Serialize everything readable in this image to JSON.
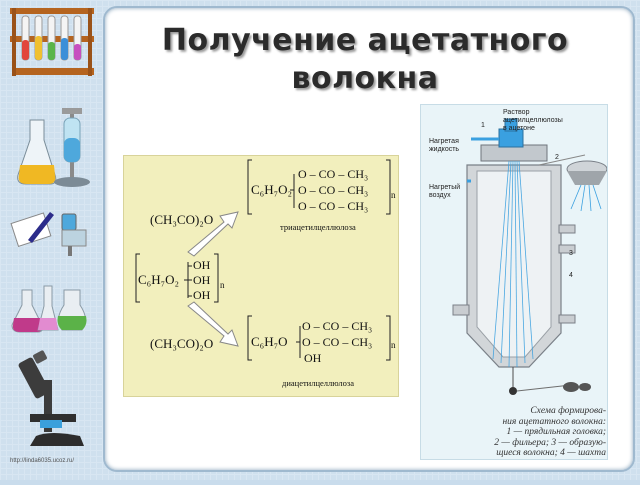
{
  "slide": {
    "title_line1": "Получение ацетатного",
    "title_line2": "волокна",
    "footer_url": "http://linda6035.ucoz.ru/"
  },
  "chemistry": {
    "reagent_top": "(CH₃CO)₂O",
    "reagent_bottom": "(CH₃CO)₂O",
    "cellulose_core": "C₆H₇O₂",
    "oh": "OH",
    "n": "n",
    "tri_core": "C₆H₇O₂",
    "tri_row": "O – CO – CH₃",
    "tri_name": "триацетилцеллюлоза",
    "di_core": "C₆H₇O",
    "di_row": "O – CO – CH₃",
    "di_oh": "OH",
    "di_name": "диацетилцеллюлоза"
  },
  "diagram": {
    "label_solution": "Раствор\nацетилцеллюлозы\nв ацетоне",
    "label_hot_liquid": "Нагретая\nжидкость",
    "label_hot_air": "Нагретый\nвоздух",
    "num_1": "1",
    "num_2": "2",
    "num_3": "3",
    "num_4": "4",
    "caption_l1": "Схема формирова-",
    "caption_l2": "ния ацетатного волокна:",
    "caption_l3": "1 — прядильная головка;",
    "caption_l4": "2 — фильера; 3 — образую-",
    "caption_l5": "щиеся волокна; 4 — шахта"
  },
  "colors": {
    "panel_bg": "#f2efbd",
    "fluid_blue": "#3aa0e0",
    "arrow_fill": "#ffffff"
  }
}
